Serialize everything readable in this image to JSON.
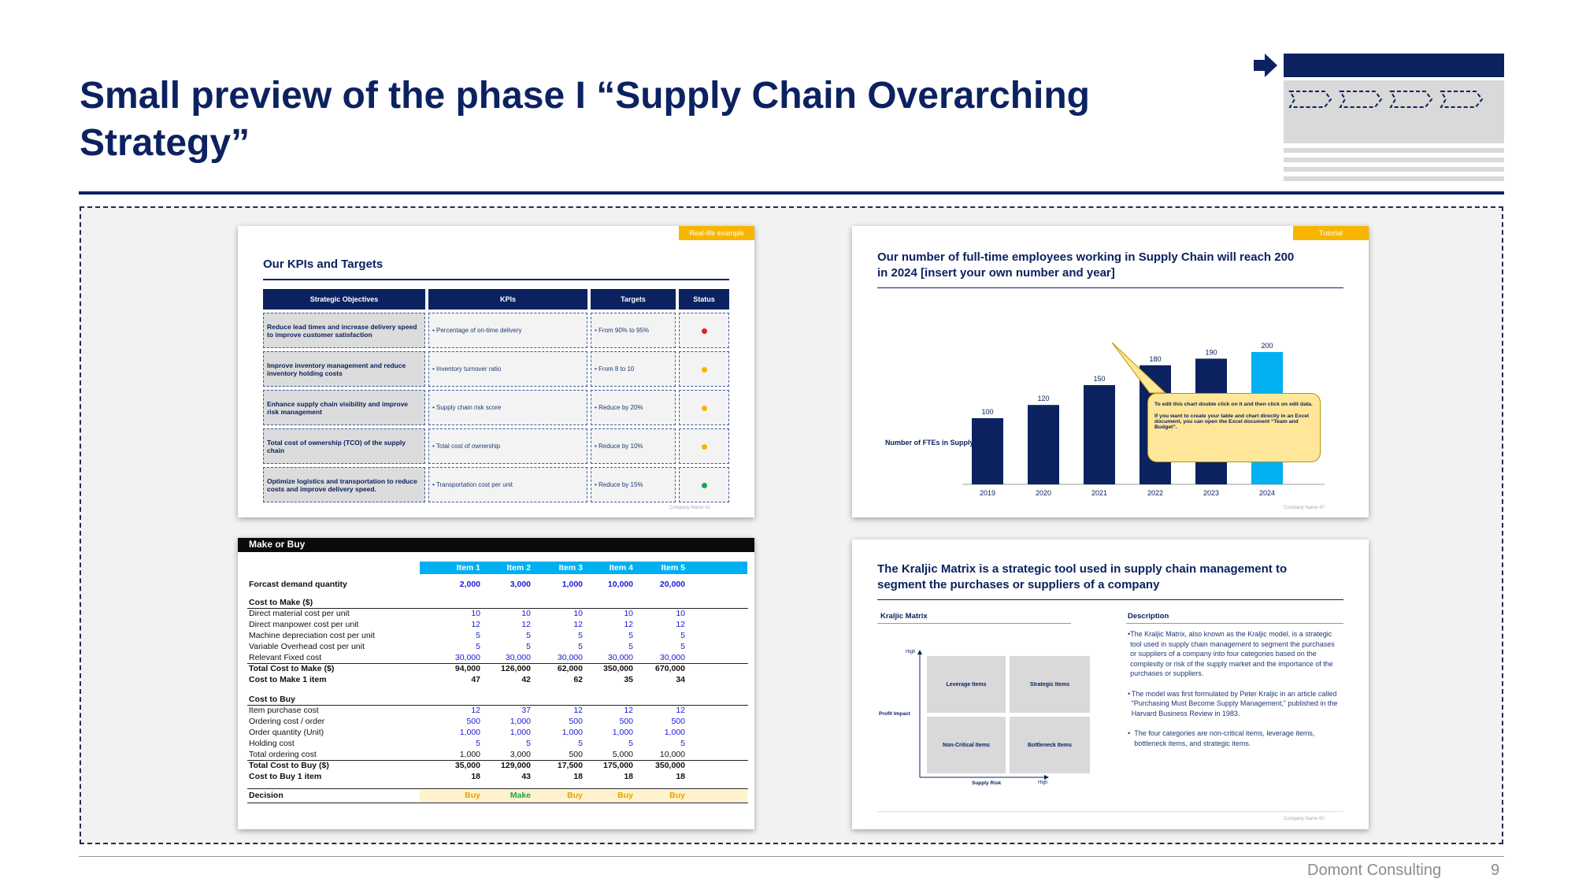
{
  "page": {
    "title_line1": "Small preview of the phase I “Supply Chain Overarching",
    "title_line2": "Strategy”",
    "company": "Domont Consulting",
    "page_number": "9"
  },
  "slide_kpi": {
    "tag": "Real-life example",
    "title": "Our KPIs and Targets",
    "headers": [
      "Strategic Objectives",
      "KPIs",
      "Targets",
      "Status"
    ],
    "rows": [
      {
        "objective": "Reduce lead times and increase delivery speed to improve customer satisfaction",
        "kpi": "• Percentage of on-time delivery",
        "target": "• From 90% to 95%",
        "status": "#e0201b"
      },
      {
        "objective": "Improve inventory management and reduce inventory holding costs",
        "kpi": "• Inventory turnover ratio",
        "target": "• From 8 to 10",
        "status": "#f7b500"
      },
      {
        "objective": "Enhance supply chain visibility and improve risk management",
        "kpi": "• Supply chain risk score",
        "target": "• Reduce by 20%",
        "status": "#f7b500"
      },
      {
        "objective": "Total cost of ownership (TCO) of the supply chain",
        "kpi": "• Total cost of ownership",
        "target": "• Reduce by 10%",
        "status": "#f7b500"
      },
      {
        "objective": "Optimize logistics and transportation to reduce costs and improve delivery speed.",
        "kpi": "• Transportation cost per unit",
        "target": "• Reduce by 15%",
        "status": "#1aa84b"
      }
    ],
    "footer": "Company Name    41"
  },
  "slide_chart": {
    "tag": "Tutorial",
    "title_line1": "Our number of full-time employees working in Supply Chain will reach 200",
    "title_line2": "in 2024 [insert your own number and year]",
    "ylabel": "Number of FTEs in Supply Chain",
    "callout_line1": "To edit this chart double click on it and then click on edit data.",
    "callout_line2": "If you want to create your table and chart directly in an Excel document, you can open the Excel document “Team and Budget”.",
    "footer": "Company Name    47"
  },
  "chart_data": {
    "type": "bar",
    "categories": [
      "2019",
      "2020",
      "2021",
      "2022",
      "2023",
      "2024"
    ],
    "values": [
      100,
      120,
      150,
      180,
      190,
      200
    ],
    "data_labels": [
      "100",
      "120",
      "150",
      "180",
      "190",
      "200"
    ],
    "ylabel": "Number of FTEs in Supply Chain",
    "ylim": [
      0,
      200
    ],
    "colors": [
      "#0c2260",
      "#0c2260",
      "#0c2260",
      "#0c2260",
      "#0c2260",
      "#00b0f0"
    ],
    "grid": false,
    "legend": "none"
  },
  "slide_make_buy": {
    "title": "Make or Buy",
    "items": [
      "Item 1",
      "Item 2",
      "Item 3",
      "Item 4",
      "Item 5"
    ],
    "demand_label": "Forcast demand quantity",
    "demand": [
      "2,000",
      "3,000",
      "1,000",
      "10,000",
      "20,000"
    ],
    "make_header": "Cost to Make ($)",
    "make_rows": [
      {
        "label": "Direct material cost per unit",
        "values": [
          "10",
          "10",
          "10",
          "10",
          "10"
        ]
      },
      {
        "label": "Direct manpower cost per unit",
        "values": [
          "12",
          "12",
          "12",
          "12",
          "12"
        ]
      },
      {
        "label": "Machine depreciation cost per unit",
        "values": [
          "5",
          "5",
          "5",
          "5",
          "5"
        ]
      },
      {
        "label": "Variable Overhead cost per unit",
        "values": [
          "5",
          "5",
          "5",
          "5",
          "5"
        ]
      },
      {
        "label": "Relevant Fixed cost",
        "values": [
          "30,000",
          "30,000",
          "30,000",
          "30,000",
          "30,000"
        ]
      }
    ],
    "make_total_label": "Total Cost to Make ($)",
    "make_total": [
      "94,000",
      "126,000",
      "62,000",
      "350,000",
      "670,000"
    ],
    "make_unit_label": "Cost to Make 1 item",
    "make_unit": [
      "47",
      "42",
      "62",
      "35",
      "34"
    ],
    "buy_header": "Cost to Buy",
    "buy_rows": [
      {
        "label": "Item purchase cost",
        "values": [
          "12",
          "37",
          "12",
          "12",
          "12"
        ]
      },
      {
        "label": "Ordering cost / order",
        "values": [
          "500",
          "1,000",
          "500",
          "500",
          "500"
        ]
      },
      {
        "label": "Order quantity (Unit)",
        "values": [
          "1,000",
          "1,000",
          "1,000",
          "1,000",
          "1,000"
        ]
      },
      {
        "label": "Holding cost",
        "values": [
          "5",
          "5",
          "5",
          "5",
          "5"
        ]
      },
      {
        "label": "Total ordering cost",
        "values": [
          "1,000",
          "3,000",
          "500",
          "5,000",
          "10,000"
        ]
      }
    ],
    "buy_total_label": "Total Cost to Buy ($)",
    "buy_total": [
      "35,000",
      "129,000",
      "17,500",
      "175,000",
      "350,000"
    ],
    "buy_unit_label": "Cost to Buy 1 item",
    "buy_unit": [
      "18",
      "43",
      "18",
      "18",
      "18"
    ],
    "decision_label": "Decision",
    "decisions": [
      "Buy",
      "Make",
      "Buy",
      "Buy",
      "Buy"
    ]
  },
  "slide_kraljic": {
    "title_line1": "The Kraljic Matrix is a strategic tool used in supply chain management to",
    "title_line2": "segment the purchases or suppliers of a company",
    "matrix_label": "Kraljic Matrix",
    "description_label": "Description",
    "y_high": "High",
    "y_axis": "Profit Impact",
    "x_axis": "Supply Risk",
    "x_high": "High",
    "quadrants": [
      "Leverage Items",
      "Strategic Items",
      "Non-Critical Items",
      "Bottleneck Items"
    ],
    "bullets": [
      "The Kraljic Matrix, also known as the Kraljic model, is a strategic tool used in supply chain management to segment the purchases or suppliers of a company into four categories based on the complexity or risk of the supply market and the importance of the purchases or suppliers.",
      "The model was first formulated by Peter Kraljic in an article called “Purchasing Must Become Supply Management,” published in the Harvard Business Review in 1983.",
      "The four categories are non-critical items, leverage items, bottleneck items, and strategic items."
    ],
    "footer": "Company Name    60"
  }
}
